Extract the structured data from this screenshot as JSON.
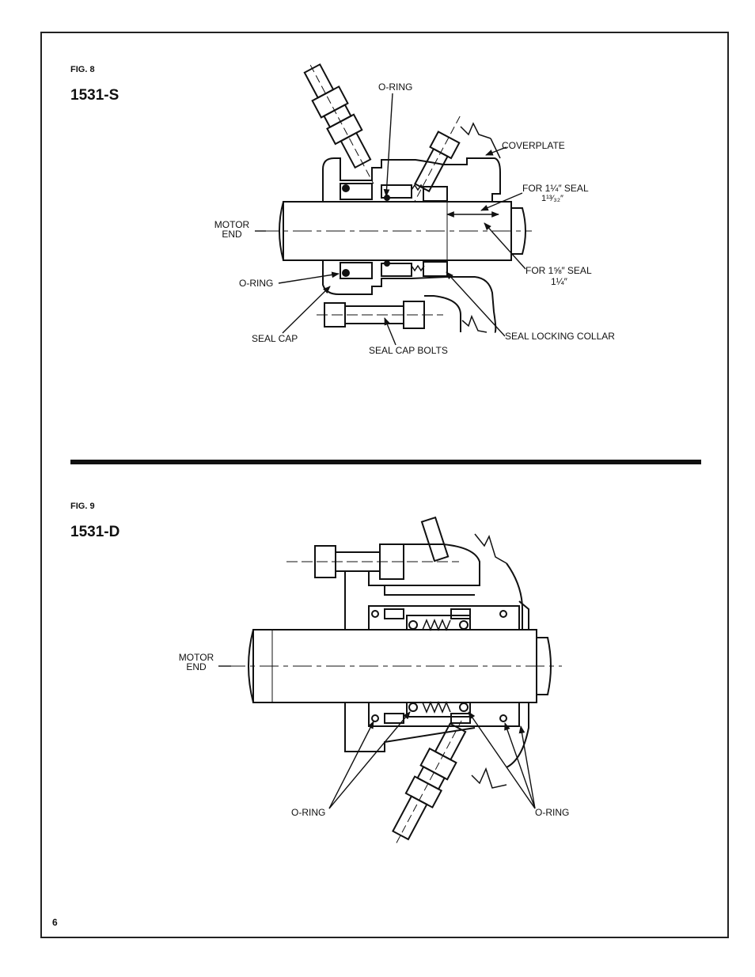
{
  "page_number": "6",
  "fig8": {
    "fig_label": "FIG. 8",
    "model": "1531-S",
    "labels": {
      "o_ring_top": "O-RING",
      "coverplate": "COVERPLATE",
      "for_small_seal_line1": "FOR 1¼″ SEAL",
      "for_small_seal_line2": "1¹³⁄₃₂″",
      "motor_end_line1": "MOTOR",
      "motor_end_line2": "END",
      "for_large_seal_line1": "FOR 1⅝″ SEAL",
      "for_large_seal_line2": "1¼″",
      "o_ring_left": "O-RING",
      "seal_cap": "SEAL CAP",
      "seal_locking_collar": "SEAL LOCKING COLLAR",
      "seal_cap_bolts": "SEAL CAP BOLTS"
    }
  },
  "fig9": {
    "fig_label": "FIG. 9",
    "model": "1531-D",
    "labels": {
      "motor_end_line1": "MOTOR",
      "motor_end_line2": "END",
      "o_ring_left": "O-RING",
      "o_ring_right": "O-RING"
    }
  }
}
